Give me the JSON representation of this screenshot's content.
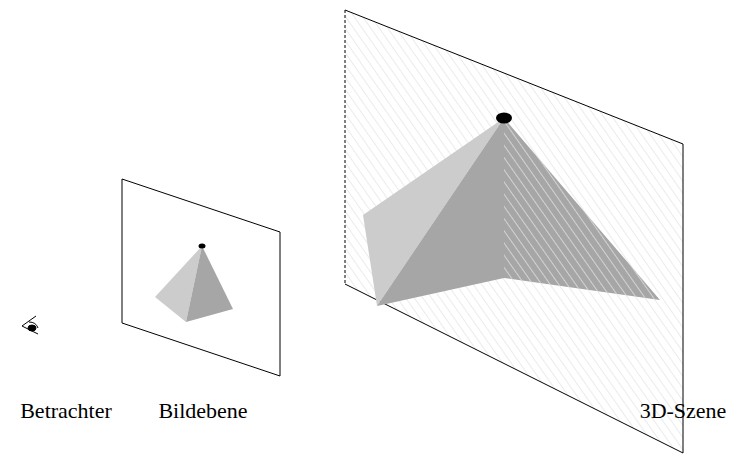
{
  "diagram": {
    "labels": [
      "Betrachter",
      "Bildebene",
      "3D-Szene"
    ]
  }
}
